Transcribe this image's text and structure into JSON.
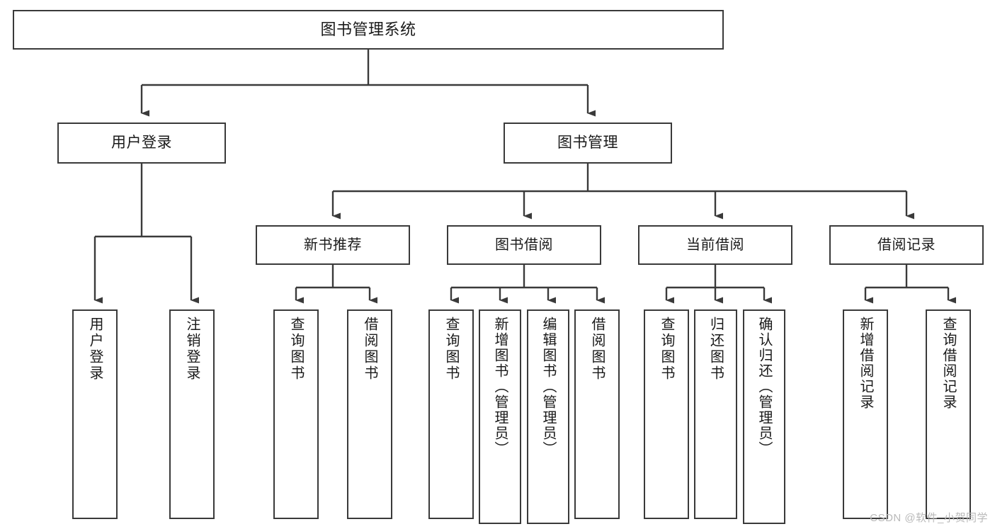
{
  "diagram": {
    "title": "图书管理系统",
    "type": "tree",
    "watermark": "CSDN @软件_小贺同学",
    "colors": {
      "border": "#3a3a3a",
      "background": "#ffffff",
      "text": "#1a1a1a",
      "connector": "#3a3a3a",
      "watermark": "#b9b9b9"
    },
    "nodes": {
      "root": {
        "label": "图书管理系统"
      },
      "level1": [
        {
          "label": "用户登录"
        },
        {
          "label": "图书管理"
        }
      ],
      "level2": [
        {
          "label": "新书推荐"
        },
        {
          "label": "图书借阅"
        },
        {
          "label": "当前借阅"
        },
        {
          "label": "借阅记录"
        }
      ],
      "leaves": {
        "user_login": [
          {
            "label": "用户登录"
          },
          {
            "label": "注销登录"
          }
        ],
        "new_book_recommend": [
          {
            "label": "查询图书"
          },
          {
            "label": "借阅图书"
          }
        ],
        "book_borrow": [
          {
            "label": "查询图书"
          },
          {
            "label": "新增图书（管理员）"
          },
          {
            "label": "编辑图书（管理员）"
          },
          {
            "label": "借阅图书"
          }
        ],
        "current_borrow": [
          {
            "label": "查询图书"
          },
          {
            "label": "归还图书"
          },
          {
            "label": "确认归还（管理员）"
          }
        ],
        "borrow_record": [
          {
            "label": "新增借阅记录"
          },
          {
            "label": "查询借阅记录"
          }
        ]
      }
    }
  }
}
